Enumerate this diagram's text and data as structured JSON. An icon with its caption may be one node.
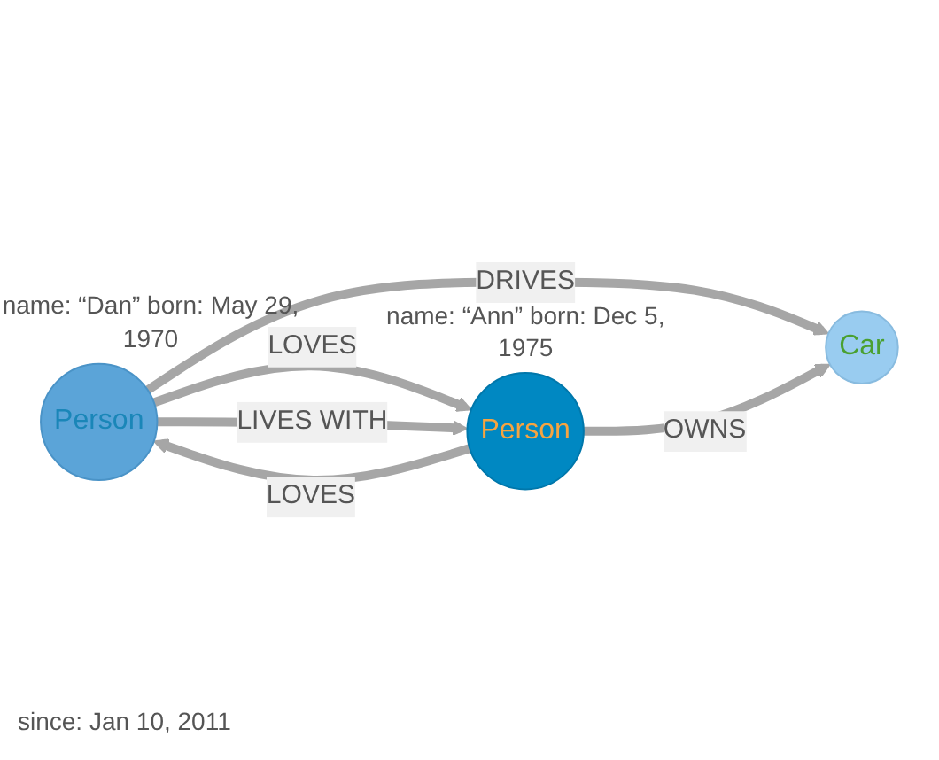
{
  "diagram": {
    "nodes": [
      {
        "text": [
          "Person"
        ],
        "beside": [
          "name: “Dan” born: May 29, 1970"
        ]
      },
      {
        "text": [
          "Person"
        ],
        "beside": [
          "name: “Ann” born:  Dec 5, 1975"
        ]
      },
      {
        "text": [
          "Car"
        ]
      }
    ],
    "edges": [
      {
        "from": 0,
        "to": 1,
        "arrow": "to",
        "label": "LOVES"
      },
      {
        "from": 1,
        "to": 0,
        "arrow": "to",
        "label": "LOVES"
      },
      {
        "from": 0,
        "to": 1,
        "arrow": "to",
        "label": "LIVES WITH"
      },
      {
        "from": 0,
        "to": 2,
        "arrow": "to",
        "label": "DRIVES"
      },
      {
        "from": 1,
        "to": 2,
        "arrow": "to",
        "label": "OWNS"
      }
    ],
    "labels": [
      "since: Jan 10, 2011"
    ]
  }
}
